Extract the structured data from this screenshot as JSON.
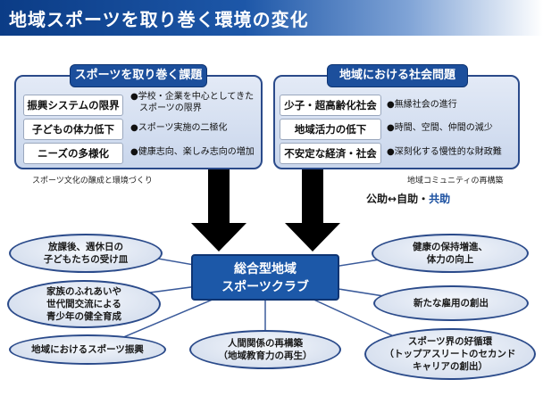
{
  "title": "地域スポーツを取り巻く環境の変化",
  "left_panel": {
    "heading": "スポーツを取り巻く課題",
    "rows": [
      {
        "tag": "振興システムの限界",
        "desc": [
          "●学校・企業を中心としてきた",
          "スポーツの限界"
        ]
      },
      {
        "tag": "子どもの体力低下",
        "desc": [
          "●スポーツ実施の二極化"
        ]
      },
      {
        "tag": "ニーズの多様化",
        "desc": [
          "●健康志向、楽しみ志向の増加"
        ]
      }
    ],
    "caption": "スポーツ文化の醸成と環境づくり"
  },
  "right_panel": {
    "heading": "地域における社会問題",
    "rows": [
      {
        "tag": "少子・超高齢化社会",
        "desc": [
          "●無縁社会の進行"
        ]
      },
      {
        "tag": "地域活力の低下",
        "desc": [
          "●時間、空間、仲間の減少"
        ]
      },
      {
        "tag": "不安定な経済・社会",
        "desc": [
          "●深刻化する慢性的な財政難"
        ]
      }
    ],
    "caption": "地域コミュニティの再構築"
  },
  "collab": {
    "part1": "公助",
    "arrow": "↔",
    "part2": "自助・",
    "part3": "共助"
  },
  "center": {
    "line1": "総合型地域",
    "line2": "スポーツクラブ"
  },
  "outcomes": [
    {
      "id": "tl",
      "lines": [
        "放課後、週休日の",
        "子どもたちの受け皿"
      ]
    },
    {
      "id": "ml",
      "lines": [
        "家族のふれあいや",
        "世代間交流による",
        "青少年の健全育成"
      ]
    },
    {
      "id": "bl",
      "lines": [
        "地域におけるスポーツ振興"
      ]
    },
    {
      "id": "bc",
      "lines": [
        "人間関係の再構築",
        "（地域教育力の再生）"
      ]
    },
    {
      "id": "tr",
      "lines": [
        "健康の保持増進、",
        "体力の向上"
      ]
    },
    {
      "id": "mr",
      "lines": [
        "新たな雇用の創出"
      ]
    },
    {
      "id": "br",
      "lines": [
        "スポーツ界の好循環",
        "（トップアスリートのセカンド",
        "キャリアの創出）"
      ]
    }
  ],
  "colors": {
    "banner": "#0b3c86",
    "panel_head": "#1c4f9c",
    "center": "#1c58a8",
    "border": "#2a4a8a"
  }
}
